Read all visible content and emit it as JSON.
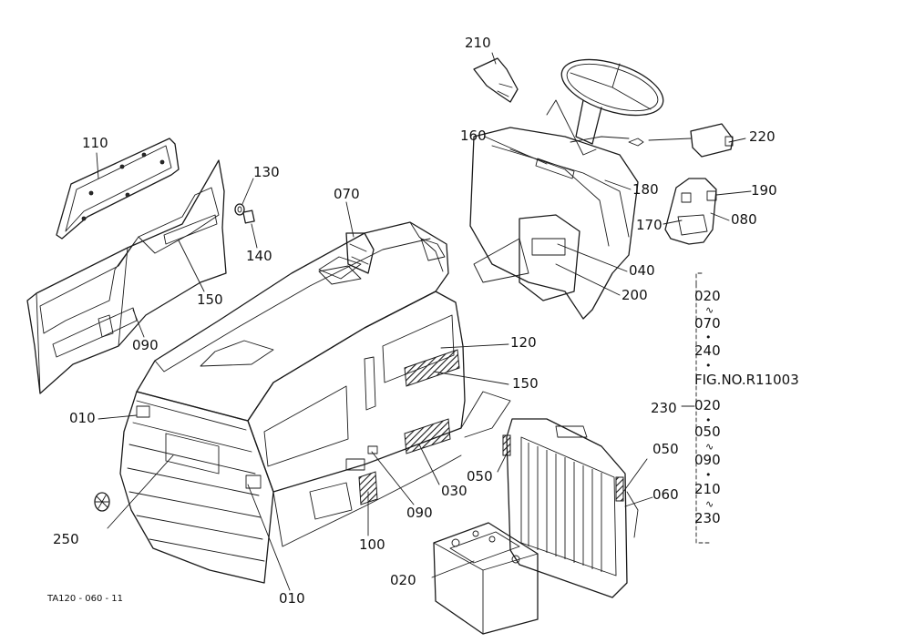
{
  "callouts": {
    "c210": "210",
    "c220": "220",
    "c160": "160",
    "c180": "180",
    "c190": "190",
    "c170": "170",
    "c080": "080",
    "c040": "040",
    "c200": "200",
    "c110": "110",
    "c130": "130",
    "c140": "140",
    "c150a": "150",
    "c090a": "090",
    "c070": "070",
    "c120": "120",
    "c150b": "150",
    "c010a": "010",
    "c250": "250",
    "c010b": "010",
    "c100": "100",
    "c090b": "090",
    "c030": "030",
    "c050a": "050",
    "c050b": "050",
    "c060": "060",
    "c020": "020",
    "c230": "230"
  },
  "side_list": {
    "l1": "020",
    "l2": "070",
    "l3": "240",
    "l4": "FIG.NO.R11003",
    "l5": "020",
    "l6": "050",
    "l7": "090",
    "l8": "210",
    "l9": "230",
    "sep_range": "∿",
    "sep_dot": "•"
  },
  "drawing_code": "TA120 - 060 - 11"
}
